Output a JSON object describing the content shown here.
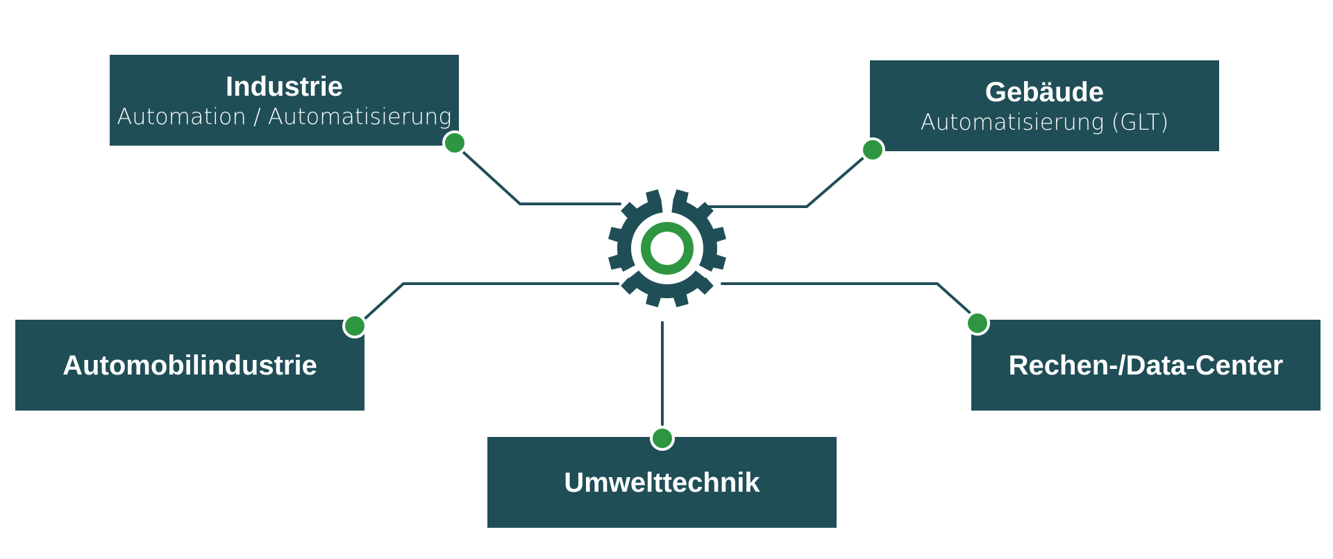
{
  "colors": {
    "box_fill": "#204e57",
    "line": "#204e57",
    "gear": "#204e57",
    "accent_green": "#2e9640",
    "text": "#ffffff",
    "background": "#ffffff"
  },
  "center": {
    "icon": "gear-icon",
    "inner_icon": "ring-icon"
  },
  "nodes": {
    "industrie": {
      "title": "Industrie",
      "subtitle": "Automation / Automatisierung"
    },
    "gebaeude": {
      "title": "Gebäude",
      "subtitle": "Automatisierung (GLT)"
    },
    "automobil": {
      "title": "Automobilindustrie"
    },
    "rechen": {
      "title": "Rechen-/Data-Center"
    },
    "umwelt": {
      "title": "Umwelttechnik"
    }
  },
  "connections": [
    {
      "from": "center",
      "to": "industrie"
    },
    {
      "from": "center",
      "to": "gebaeude"
    },
    {
      "from": "center",
      "to": "automobil"
    },
    {
      "from": "center",
      "to": "rechen"
    },
    {
      "from": "center",
      "to": "umwelt"
    }
  ]
}
